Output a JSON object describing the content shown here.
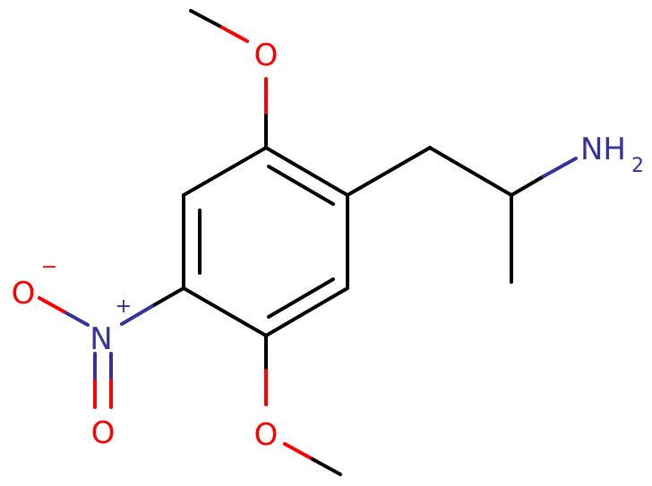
{
  "molecule": {
    "colors": {
      "bond": "#000000",
      "oxygen": "#ff0000",
      "nitrogen": "#33339a"
    },
    "atoms": {
      "o_methoxy_top": "O",
      "o_methoxy_bottom": "O",
      "amine": "NH",
      "amine_sub": "2",
      "nitro_n": "N",
      "nitro_charge": "+",
      "nitro_o_single": "O",
      "nitro_o_charge": "−",
      "nitro_o_double": "O"
    }
  }
}
